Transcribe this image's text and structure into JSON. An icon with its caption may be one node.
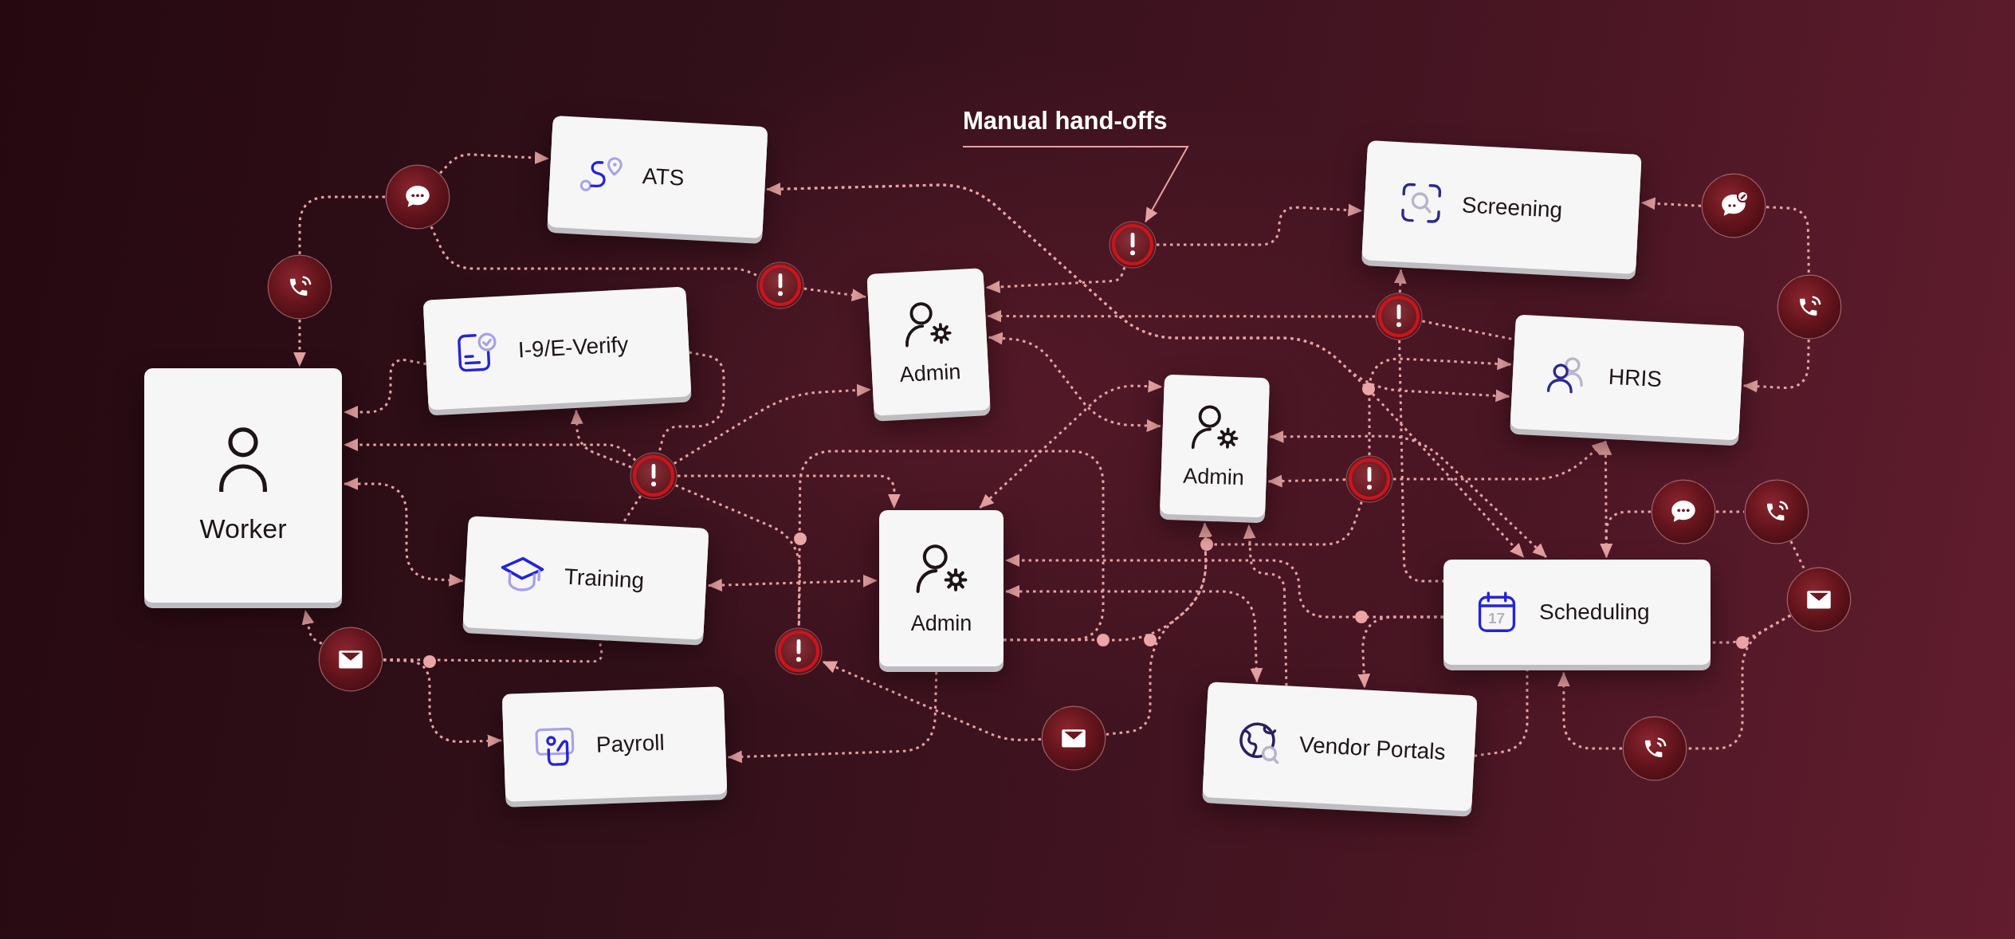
{
  "diagram": {
    "nodes": [
      {
        "text": [
          "Manual hand-offs"
        ]
      },
      {
        "text": [],
        "shape": "circle"
      },
      {
        "text": [
          "ATS"
        ]
      },
      {
        "text": [],
        "shape": "circle"
      },
      {
        "text": [
          "Screening"
        ]
      },
      {
        "text": [],
        "shape": "circle"
      },
      {
        "text": [],
        "shape": "circle"
      },
      {
        "text": [],
        "shape": "circle"
      },
      {
        "text": [
          "Admin"
        ]
      },
      {
        "text": [],
        "shape": "circle"
      },
      {
        "text": [],
        "shape": "circle"
      },
      {
        "text": [
          "I-9/E-Verify"
        ]
      },
      {
        "text": [
          "HRIS"
        ]
      },
      {
        "text": [
          "Worker"
        ]
      },
      {
        "text": [],
        "shape": "circle"
      },
      {
        "text": [
          "Admin"
        ]
      },
      {
        "text": [],
        "shape": "circle"
      },
      {
        "text": [],
        "shape": "circle"
      },
      {
        "text": [],
        "shape": "circle"
      },
      {
        "text": [
          "Training"
        ]
      },
      {
        "text": [
          "Admin"
        ]
      },
      {
        "text": [
          "17",
          "Scheduling"
        ]
      },
      {
        "text": [],
        "shape": "circle"
      },
      {
        "text": [],
        "shape": "circle"
      },
      {
        "text": [],
        "shape": "circle"
      },
      {
        "text": [
          "Payroll"
        ]
      },
      {
        "text": [],
        "shape": "circle"
      },
      {
        "text": [
          "Vendor Portals"
        ]
      },
      {
        "text": [],
        "shape": "circle"
      }
    ],
    "edges": [
      {
        "from": 0,
        "to": 3,
        "arrow": "to"
      },
      {
        "from": 1,
        "to": 2,
        "arrow": "to",
        "style": "dashed"
      },
      {
        "from": 1,
        "to": 6,
        "arrow": "none",
        "style": "dashed"
      },
      {
        "from": 6,
        "to": 13,
        "arrow": "to",
        "style": "dashed"
      },
      {
        "from": 1,
        "to": 7,
        "arrow": "none",
        "style": "dashed"
      },
      {
        "from": 7,
        "to": 8,
        "arrow": "to",
        "style": "dashed"
      },
      {
        "from": 11,
        "to": 13,
        "arrow": "to",
        "style": "dashed"
      },
      {
        "from": 14,
        "to": 13,
        "arrow": "to",
        "style": "dashed"
      },
      {
        "from": 14,
        "to": 11,
        "arrow": "to",
        "style": "dashed"
      },
      {
        "from": 11,
        "to": 14,
        "arrow": "none",
        "style": "dashed"
      },
      {
        "from": 14,
        "to": 8,
        "arrow": "to",
        "style": "dashed"
      },
      {
        "from": 14,
        "to": 20,
        "arrow": "to",
        "style": "dashed"
      },
      {
        "from": 14,
        "to": 24,
        "arrow": "none",
        "style": "dashed"
      },
      {
        "from": 13,
        "to": 19,
        "arrow": "both",
        "style": "dashed"
      },
      {
        "from": 23,
        "to": 13,
        "arrow": "to",
        "style": "dashed"
      },
      {
        "from": 23,
        "to": 19,
        "arrow": "none",
        "style": "dashed"
      },
      {
        "from": 23,
        "to": 25,
        "arrow": "to",
        "style": "dashed"
      },
      {
        "from": 19,
        "to": 20,
        "arrow": "both",
        "style": "dashed"
      },
      {
        "from": 14,
        "to": 19,
        "arrow": "none",
        "style": "dashed"
      },
      {
        "from": 20,
        "to": 25,
        "arrow": "to",
        "style": "dashed"
      },
      {
        "from": 26,
        "to": 24,
        "arrow": "to",
        "style": "dashed"
      },
      {
        "from": 20,
        "to": 24,
        "arrow": "none",
        "style": "dashed"
      },
      {
        "from": 20,
        "to": 15,
        "arrow": "to",
        "style": "dashed"
      },
      {
        "from": 26,
        "to": 15,
        "arrow": "to",
        "style": "dashed"
      },
      {
        "from": 20,
        "to": 15,
        "arrow": "both",
        "style": "dashed"
      },
      {
        "from": 8,
        "to": 15,
        "arrow": "both",
        "style": "dashed"
      },
      {
        "from": 3,
        "to": 8,
        "arrow": "to",
        "style": "dashed"
      },
      {
        "from": 3,
        "to": 4,
        "arrow": "to",
        "style": "dashed"
      },
      {
        "from": 9,
        "to": 8,
        "arrow": "to",
        "style": "dashed"
      },
      {
        "from": 9,
        "to": 12,
        "arrow": "none",
        "style": "dashed"
      },
      {
        "from": 9,
        "to": 4,
        "arrow": "to",
        "style": "dashed"
      },
      {
        "from": 9,
        "to": 21,
        "arrow": "none",
        "style": "dashed"
      },
      {
        "from": 5,
        "to": 4,
        "arrow": "to",
        "style": "dashed"
      },
      {
        "from": 5,
        "to": 10,
        "arrow": "none",
        "style": "dashed"
      },
      {
        "from": 10,
        "to": 12,
        "arrow": "to",
        "style": "dashed"
      },
      {
        "from": 2,
        "to": 21,
        "arrow": "both",
        "style": "dashed"
      },
      {
        "from": 2,
        "to": 12,
        "arrow": "both",
        "style": "dashed"
      },
      {
        "from": 16,
        "to": 12,
        "arrow": "to",
        "style": "dashed"
      },
      {
        "from": 16,
        "to": 12,
        "arrow": "to",
        "style": "dashed"
      },
      {
        "from": 12,
        "to": 21,
        "arrow": "both",
        "style": "dashed"
      },
      {
        "from": 17,
        "to": 21,
        "arrow": "to",
        "style": "dashed"
      },
      {
        "from": 17,
        "to": 18,
        "arrow": "none",
        "style": "dashed"
      },
      {
        "from": 18,
        "to": 22,
        "arrow": "none",
        "style": "dashed"
      },
      {
        "from": 22,
        "to": 21,
        "arrow": "none",
        "style": "dashed"
      },
      {
        "from": 22,
        "to": 28,
        "arrow": "none",
        "style": "dashed"
      },
      {
        "from": 28,
        "to": 21,
        "arrow": "to",
        "style": "dashed"
      },
      {
        "from": 27,
        "to": 21,
        "arrow": "none",
        "style": "dashed"
      },
      {
        "from": 21,
        "to": 20,
        "arrow": "to",
        "style": "dashed"
      },
      {
        "from": 21,
        "to": 27,
        "arrow": "to",
        "style": "dashed"
      },
      {
        "from": 20,
        "to": 27,
        "arrow": "both",
        "style": "dashed"
      },
      {
        "from": 27,
        "to": 15,
        "arrow": "to",
        "style": "dashed"
      },
      {
        "from": 16,
        "to": 15,
        "arrow": "to",
        "style": "dashed"
      },
      {
        "from": 15,
        "to": 21,
        "arrow": "both",
        "style": "dashed"
      },
      {
        "from": 16,
        "to": 15,
        "arrow": "to",
        "style": "dashed"
      }
    ]
  }
}
